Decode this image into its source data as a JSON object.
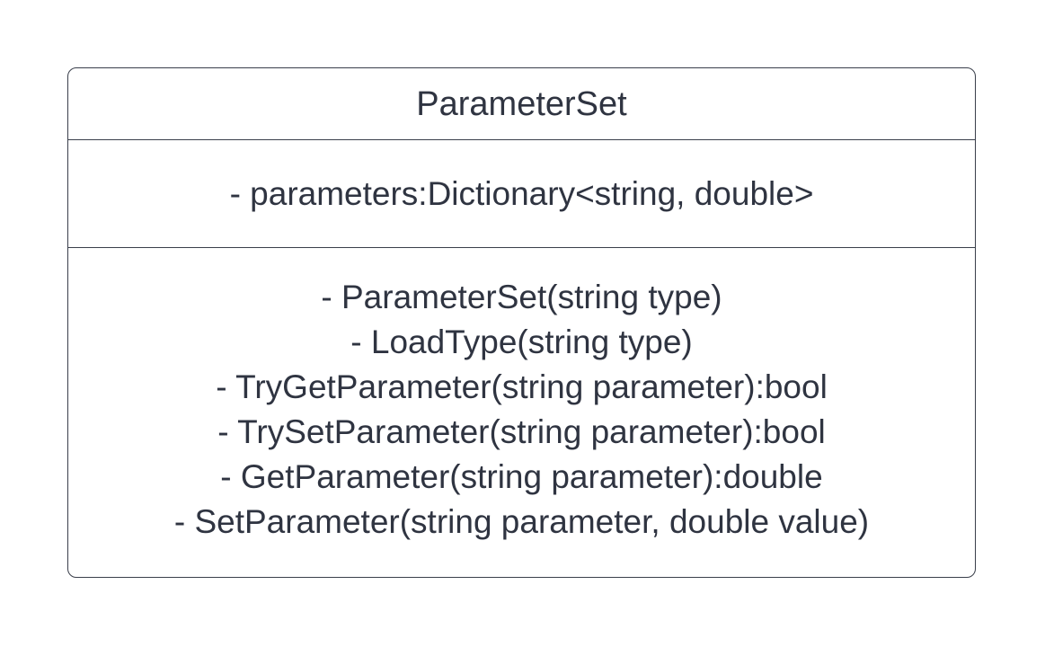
{
  "uml_class": {
    "name": "ParameterSet",
    "attributes": [
      "- parameters:Dictionary<string, double>"
    ],
    "methods": [
      "- ParameterSet(string type)",
      "- LoadType(string type)",
      "- TryGetParameter(string parameter):bool",
      "- TrySetParameter(string parameter):bool",
      "- GetParameter(string parameter):double",
      "- SetParameter(string parameter, double value)"
    ]
  },
  "colors": {
    "border": "#3a3f4b",
    "text": "#2f3441",
    "background": "#ffffff"
  }
}
